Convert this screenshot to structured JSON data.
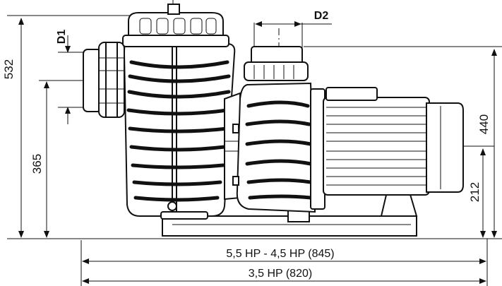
{
  "dimensions": {
    "d1": "D1",
    "d2": "D2",
    "height_total": "532",
    "height_inlet": "365",
    "height_outlet": "440",
    "height_motor_axis": "212",
    "length_high_power": "5,5 HP - 4,5 HP (845)",
    "length_low_power": "3,5 HP (820)"
  }
}
